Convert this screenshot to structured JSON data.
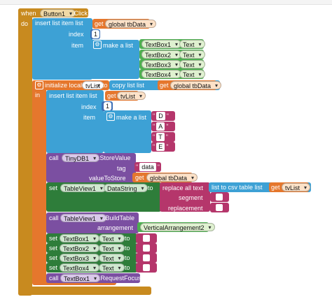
{
  "colors": {
    "event": "#c88a1f",
    "event_inner": "#d8a640",
    "list": "#3da1d5",
    "list_dark": "#2d86b8",
    "variable": "#e5772d",
    "component_call": "#7b4fa1",
    "component_set": "#2e7d3a",
    "component_ref": "#3e9a4a",
    "text": "#b5366b",
    "math": "#3d6fb6",
    "textbox": "#4caf50"
  },
  "event": {
    "when": "when",
    "component": "Button1",
    "event_name": ".Click",
    "do": "do"
  },
  "insert1": {
    "title": "insert list item  list",
    "get": "get",
    "var": "global tbData",
    "index_label": "index",
    "index_value": "1",
    "item_label": "item",
    "make_list": "make a list",
    "rows": [
      {
        "component": "TextBox1",
        "prop": "Text"
      },
      {
        "component": "TextBox2",
        "prop": "Text"
      },
      {
        "component": "TextBox3",
        "prop": "Text"
      },
      {
        "component": "TextBox4",
        "prop": "Text"
      }
    ]
  },
  "init_local": {
    "label": "initialize local",
    "name": "tvList",
    "to": "to",
    "copy_list": "copy list  list",
    "get": "get",
    "var": "global tbData",
    "in": "in"
  },
  "insert2": {
    "title": "insert list item  list",
    "get": "get",
    "var": "tvList",
    "index_label": "index",
    "index_value": "1",
    "item_label": "item",
    "make_list": "make a list",
    "letters": [
      "D",
      "A",
      "T",
      "E"
    ]
  },
  "tinydb": {
    "call": "call",
    "component": "TinyDB1",
    "method": ".StoreValue",
    "tag_label": "tag",
    "tag_value": "data",
    "value_label": "valueToStore",
    "get": "get",
    "var": "global tbData"
  },
  "tableview": {
    "set": "set",
    "component": "TableView1",
    "prop": "DataString",
    "to": "to",
    "replace": "replace all text",
    "csv": "list to csv table  list",
    "get": "get",
    "var": "tvList",
    "segment": "segment",
    "replacement": "replacement"
  },
  "build": {
    "call": "call",
    "component": "TableView1",
    "method": ".BuildTable",
    "arrangement_label": "arrangement",
    "arrangement_value": "VerticalArrangement2"
  },
  "set_rows": [
    {
      "set": "set",
      "component": "TextBox1",
      "prop": "Text",
      "to": "to"
    },
    {
      "set": "set",
      "component": "TextBox2",
      "prop": "Text",
      "to": "to"
    },
    {
      "set": "set",
      "component": "TextBox3",
      "prop": "Text",
      "to": "to"
    },
    {
      "set": "set",
      "component": "TextBox4",
      "prop": "Text",
      "to": "to"
    }
  ],
  "focus": {
    "call": "call",
    "component": "TextBox1",
    "method": ".RequestFocus"
  }
}
